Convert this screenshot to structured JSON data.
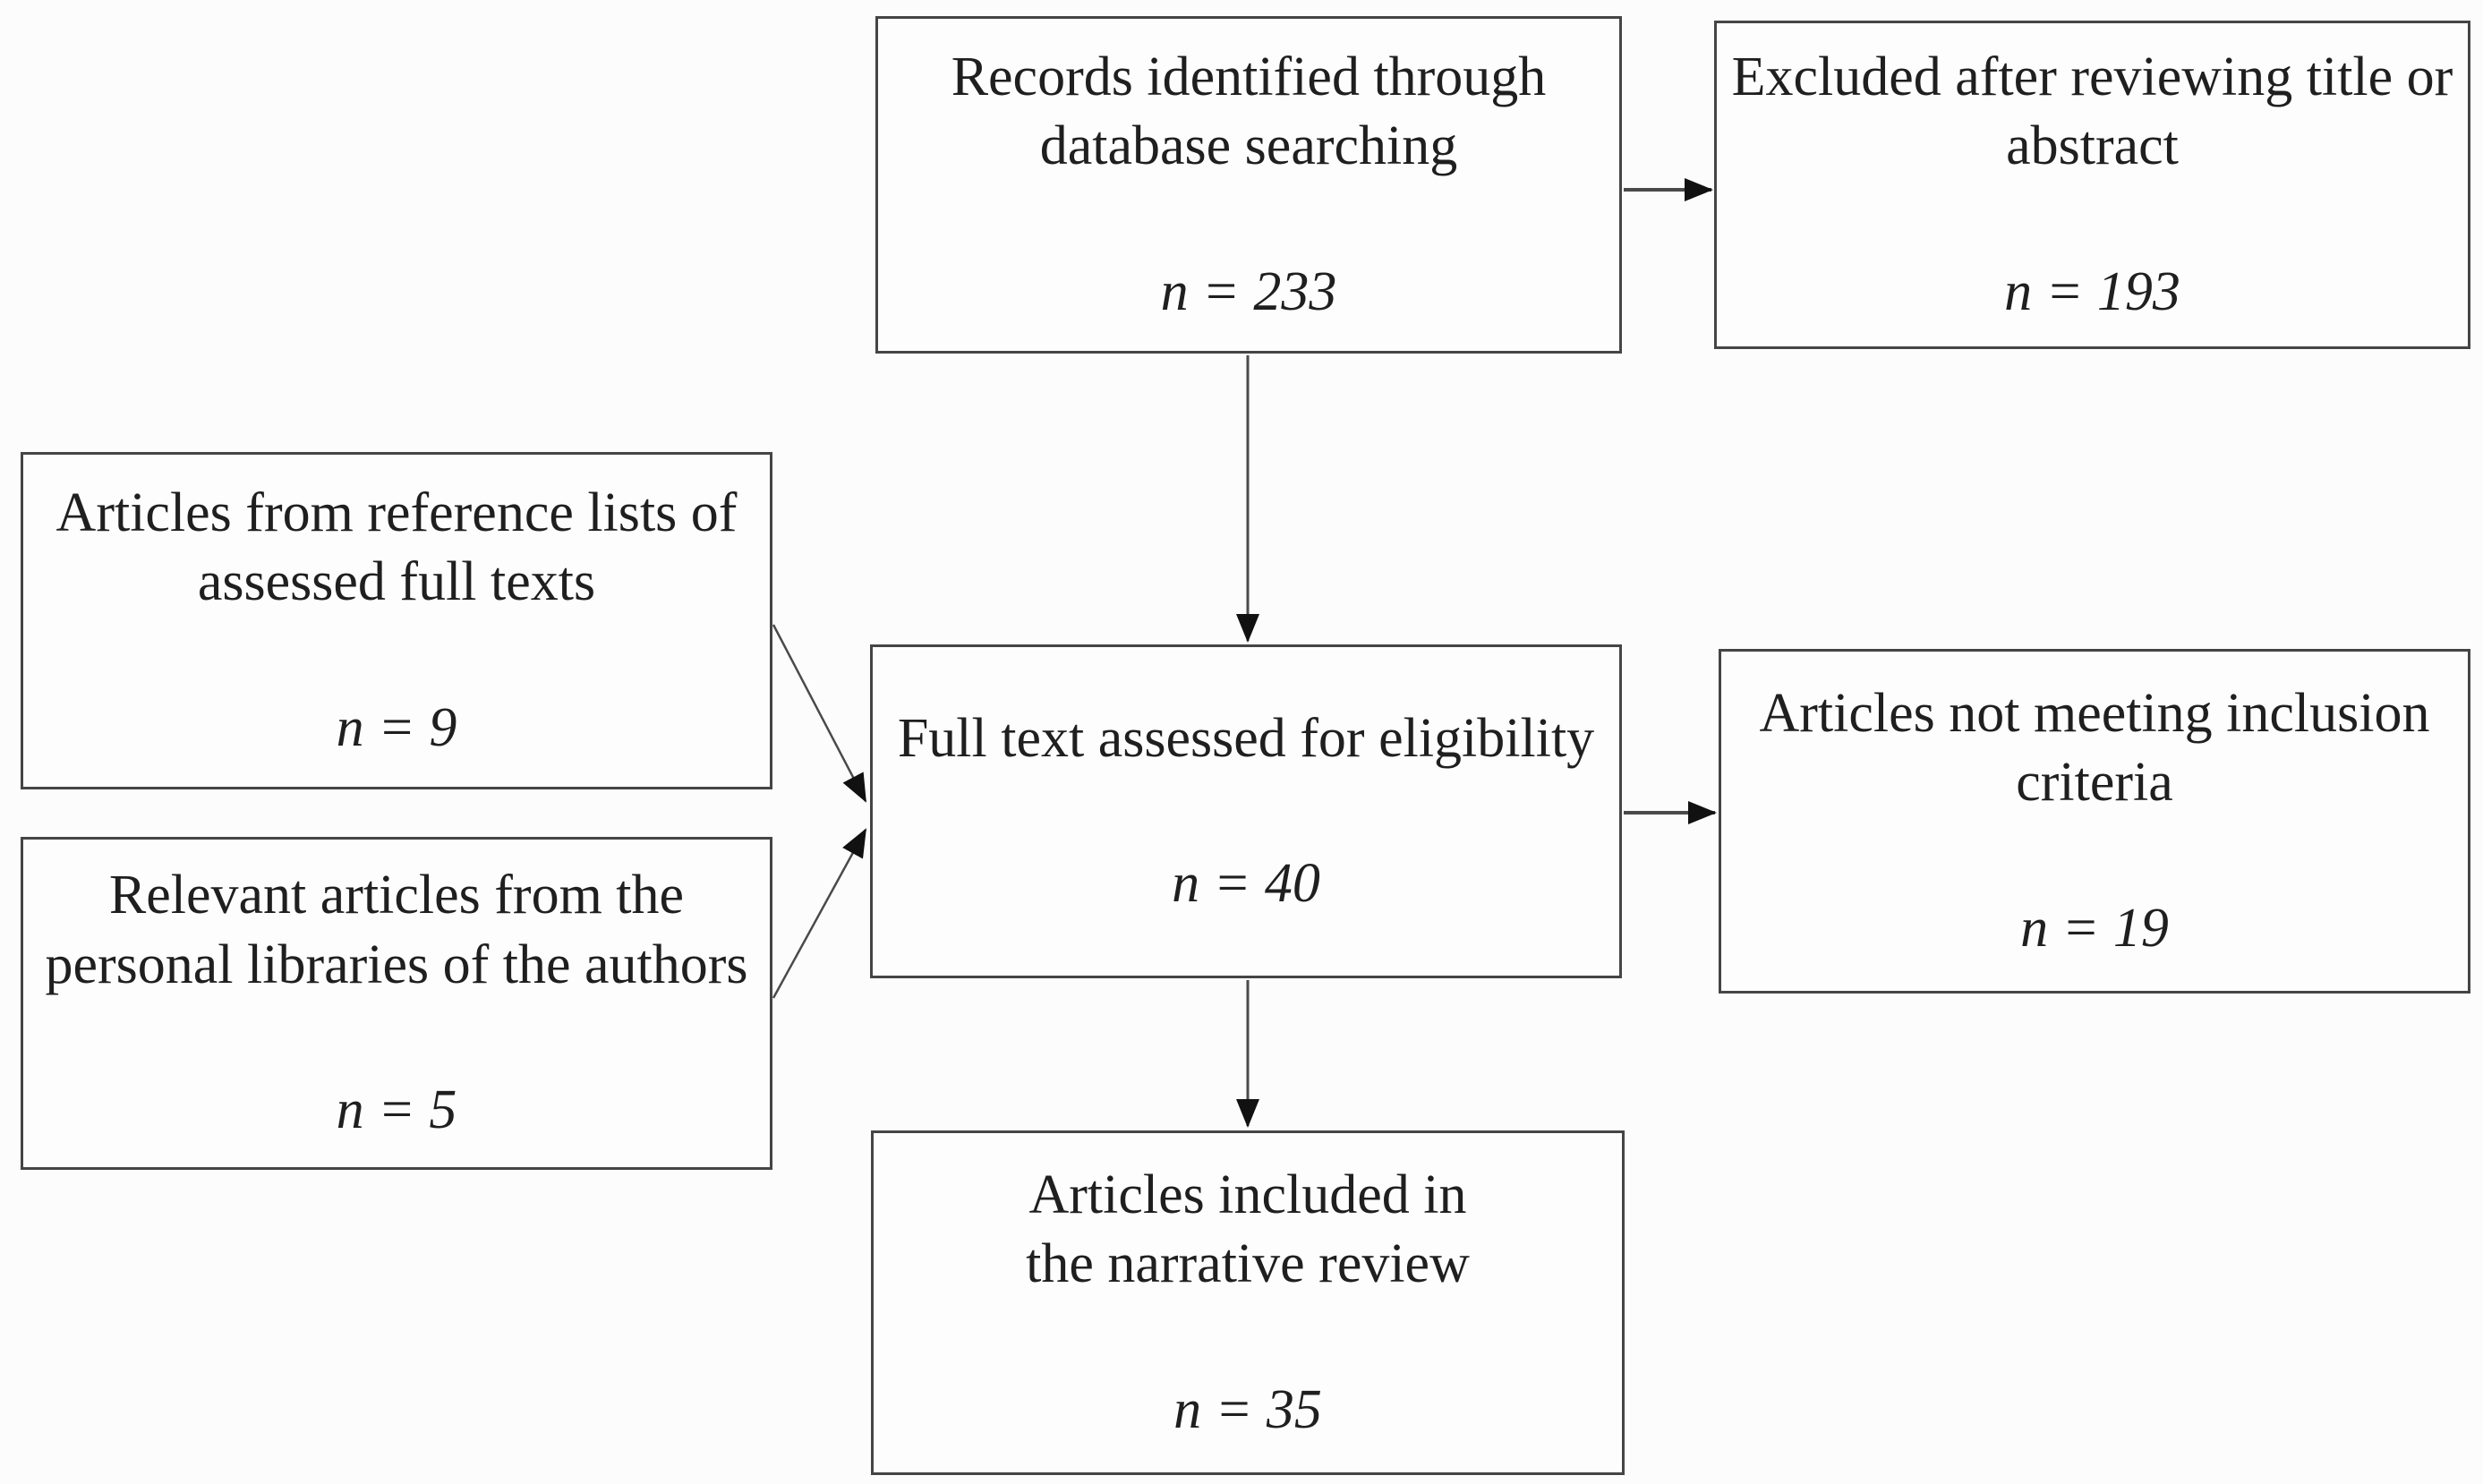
{
  "diagram": {
    "type": "flowchart",
    "description": "Literature screening flow diagram",
    "colors": {
      "box_border": "#454545",
      "text": "#1f1f1f",
      "arrow_line": "#4a4a4a",
      "arrowhead": "#111111",
      "background": "#fcfcfc"
    },
    "nodes": {
      "records": {
        "label": "Records identified through database searching",
        "label_lines": [
          "Records identified through",
          "database searching"
        ],
        "n": 233,
        "n_text": "n = 233"
      },
      "excluded": {
        "label": "Excluded after reviewing title or abstract",
        "label_lines": [
          "Excluded after reviewing title or",
          "abstract"
        ],
        "n": 193,
        "n_text": "n = 193"
      },
      "reference": {
        "label": "Articles from reference lists of assessed full texts",
        "label_lines": [
          "Articles from reference lists of",
          "assessed full texts"
        ],
        "n": 9,
        "n_text": "n = 9"
      },
      "personal": {
        "label": "Relevant articles from the personal libraries of the authors",
        "label_lines": [
          "Relevant articles from the",
          "personal libraries of the authors"
        ],
        "n": 5,
        "n_text": "n = 5"
      },
      "fulltext": {
        "label": "Full text assessed for eligibility",
        "label_lines": [
          "Full text assessed for eligibility"
        ],
        "n": 40,
        "n_text": "n = 40"
      },
      "notmeeting": {
        "label": "Articles not meeting inclusion criteria",
        "label_lines": [
          "Articles not meeting inclusion",
          "criteria"
        ],
        "n": 19,
        "n_text": "n = 19"
      },
      "included": {
        "label": "Articles included in the narrative review",
        "label_lines": [
          "Articles included in",
          "the narrative review"
        ],
        "n": 35,
        "n_text": "n = 35"
      }
    },
    "edges": [
      {
        "from": "records",
        "to": "excluded"
      },
      {
        "from": "records",
        "to": "fulltext"
      },
      {
        "from": "reference",
        "to": "fulltext"
      },
      {
        "from": "personal",
        "to": "fulltext"
      },
      {
        "from": "fulltext",
        "to": "notmeeting"
      },
      {
        "from": "fulltext",
        "to": "included"
      }
    ]
  }
}
